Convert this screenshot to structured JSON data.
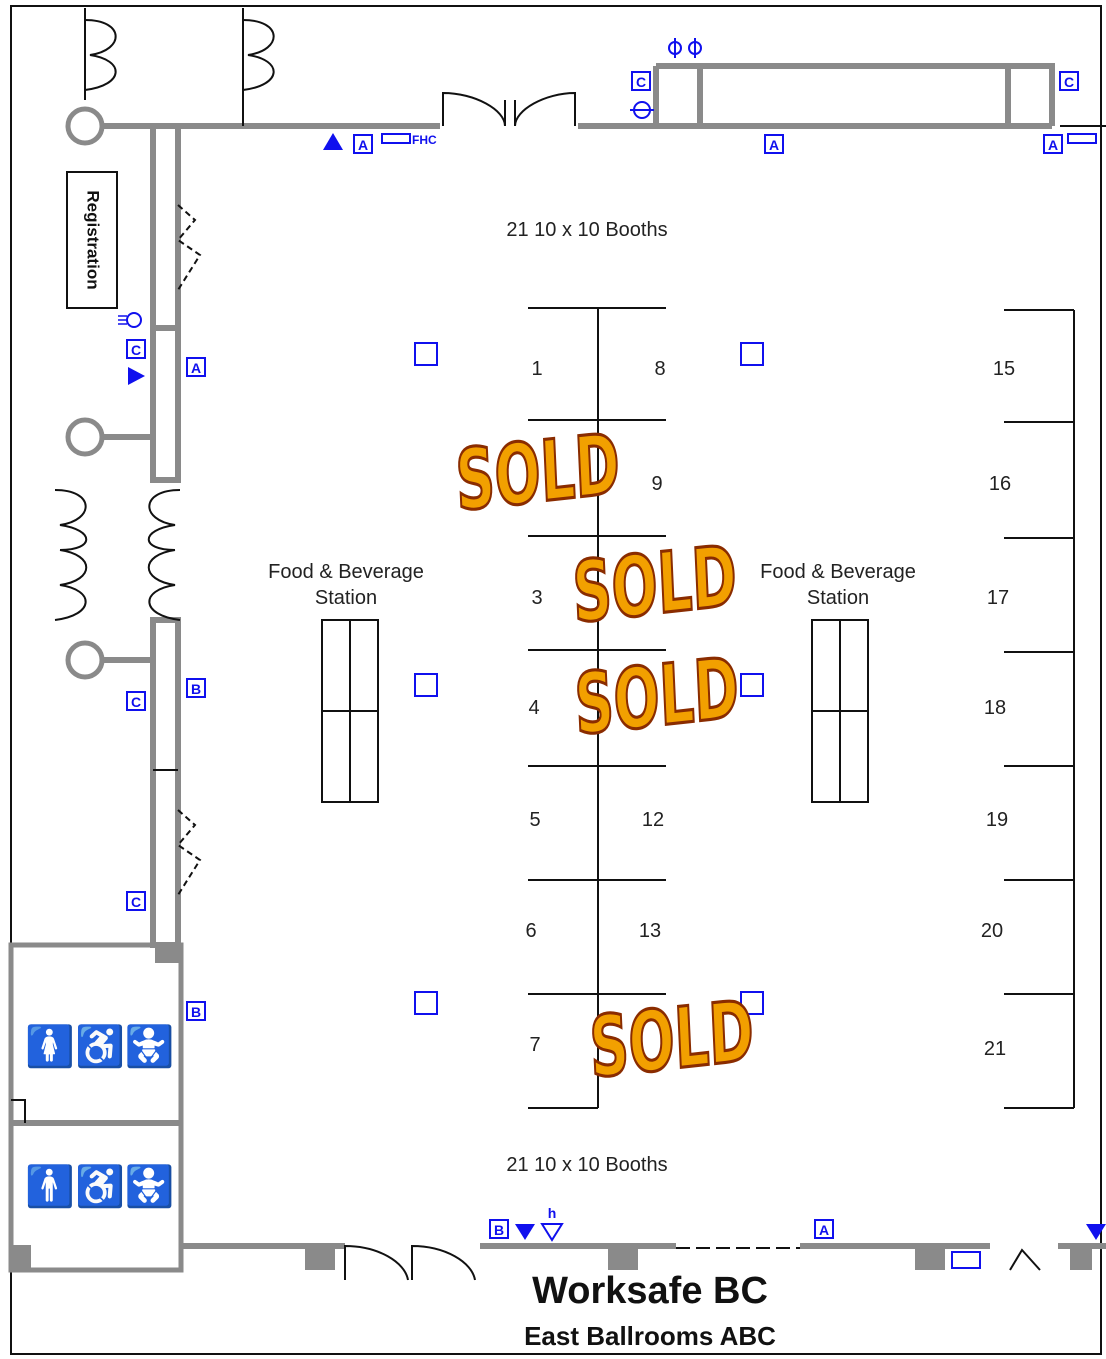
{
  "plan": {
    "registration": "Registration",
    "booths_caption_top": "21 10 x 10 Booths",
    "booths_caption_bottom": "21 10 x 10 Booths",
    "food_station_left": [
      "Food & Beverage",
      "Station"
    ],
    "food_station_right": [
      "Food & Beverage",
      "Station"
    ],
    "title": "Worksafe BC",
    "subtitle": "East Ballrooms ABC",
    "fhc_label": "FHC",
    "sold_label": "SOLD",
    "hearing_label": "h"
  },
  "booths": {
    "col1": [
      "1",
      "3",
      "4",
      "5",
      "6",
      "7"
    ],
    "col2": [
      "8",
      "9",
      "12",
      "13"
    ],
    "col3": [
      "15",
      "16",
      "17",
      "18",
      "19",
      "20",
      "21"
    ]
  },
  "sold_booths": [
    "2",
    "10",
    "11",
    "14"
  ],
  "markers": {
    "A": "A",
    "B": "B",
    "C": "C"
  },
  "colors": {
    "marker_blue": "#1010ee",
    "wall_gray": "#8a8a8a",
    "sold_fill": "#f2a000"
  }
}
